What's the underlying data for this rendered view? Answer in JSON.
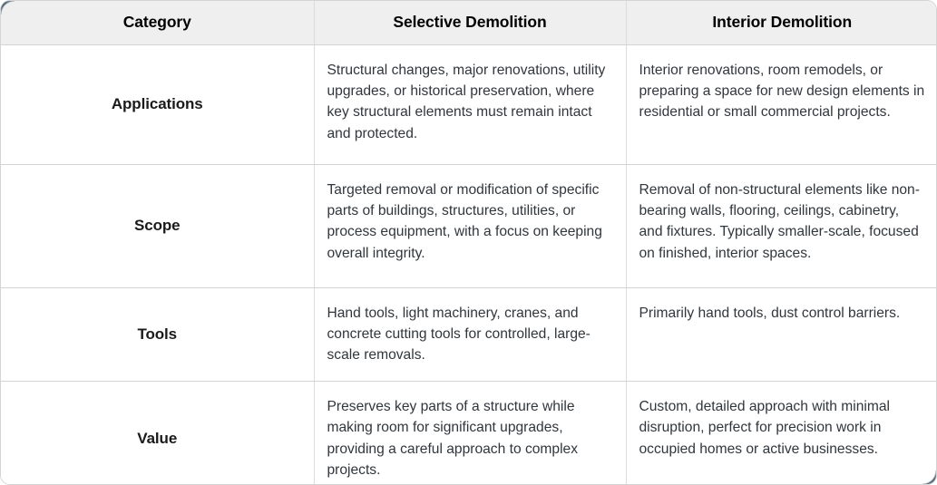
{
  "table": {
    "headers": [
      {
        "label": "Category"
      },
      {
        "label": "Selective Demolition"
      },
      {
        "label": "Interior Demolition"
      }
    ],
    "rows": [
      {
        "category": "Applications",
        "selective_demolition": "Structural changes, major renovations, utility upgrades, or historical preservation, where key structural elements must remain intact and protected.",
        "interior_demolition": "Interior renovations, room remodels, or preparing a space for new design elements in residential or small commercial projects."
      },
      {
        "category": "Scope",
        "selective_demolition": "Targeted removal or modification of specific parts of buildings, structures, utilities, or process equipment, with a focus on keeping overall integrity.",
        "interior_demolition": "Removal of non-structural elements like non-bearing walls, flooring, ceilings, cabinetry, and fixtures. Typically smaller-scale, focused on finished, interior spaces."
      },
      {
        "category": "Tools",
        "selective_demolition": "Hand tools, light machinery, cranes, and concrete cutting tools for controlled, large-scale removals.",
        "interior_demolition": "Primarily hand tools, dust control barriers."
      },
      {
        "category": "Value",
        "selective_demolition": "Preserves key parts of a structure while making room for significant upgrades, providing a careful approach to complex projects.",
        "interior_demolition": "Custom, detailed approach with minimal disruption, perfect for precision work in occupied homes or active businesses."
      }
    ]
  },
  "colors": {
    "header_background": "#efefef",
    "body_background": "#ffffff",
    "border": "#d4d4d4",
    "divider": "#dcdcdc",
    "header_text": "#000000",
    "category_text": "#1a1a1a",
    "body_text": "#30363c",
    "corner_shadow": "#3d5160"
  }
}
